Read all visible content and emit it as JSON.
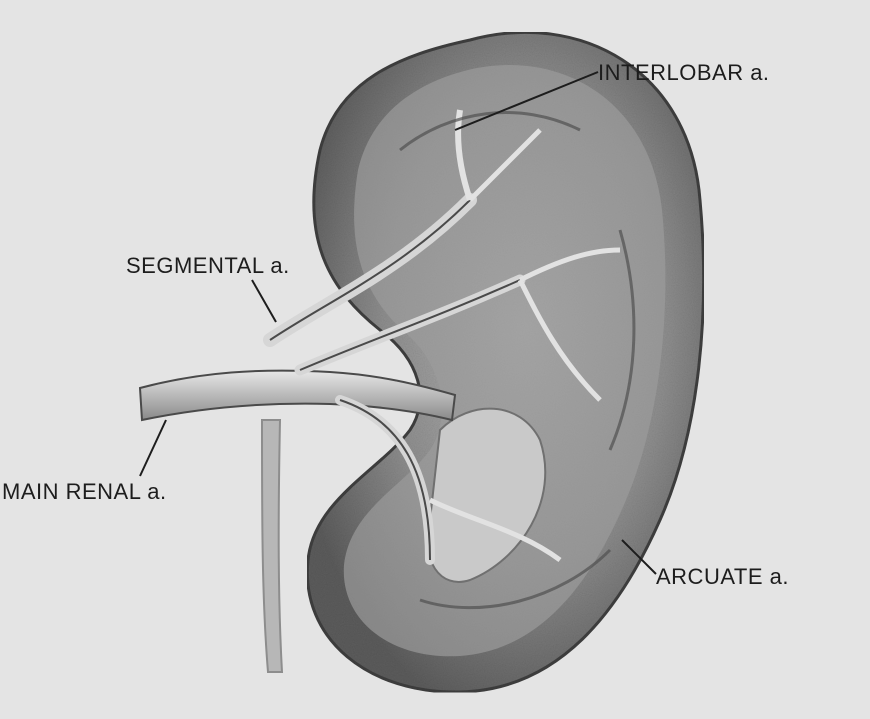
{
  "labels": {
    "interlobar": "INTERLOBAR a.",
    "segmental": "SEGMENTAL a.",
    "main_renal": "MAIN RENAL a.",
    "arcuate": "ARCUATE a."
  },
  "colors": {
    "background": "#e4e4e4",
    "kidney_outer": "#7a7a7a",
    "kidney_inner": "#a9a9a9",
    "artery": "#cfcfcf",
    "leader_line": "#1d1d1d"
  }
}
